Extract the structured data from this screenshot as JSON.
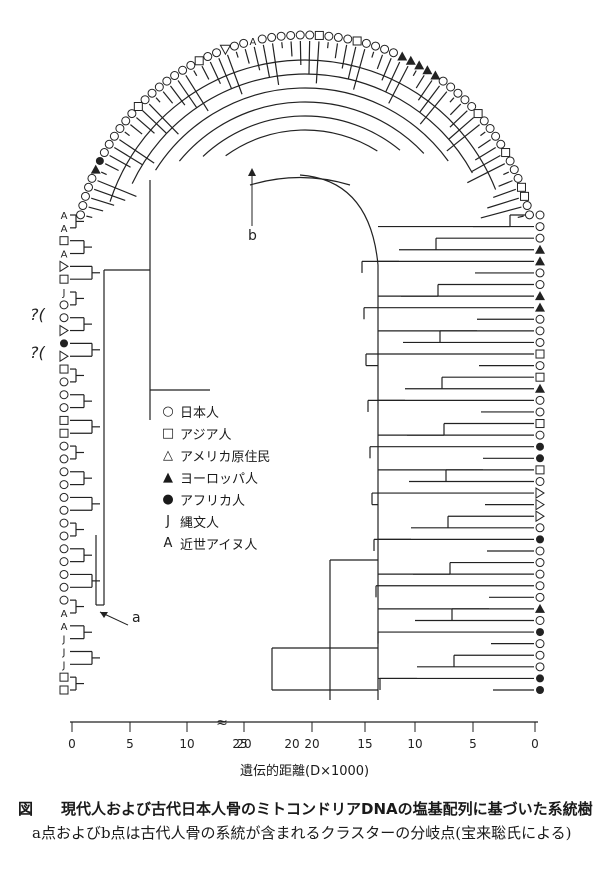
{
  "legend": [
    {
      "symbol": "○",
      "label": "日本人"
    },
    {
      "symbol": "□",
      "label": "アジア人"
    },
    {
      "symbol": "△",
      "label": "アメリカ原住民"
    },
    {
      "symbol": "▲",
      "label": "ヨーロッパ人"
    },
    {
      "symbol": "●",
      "label": "アフリカ人"
    },
    {
      "symbol": "J",
      "label": "縄文人"
    },
    {
      "symbol": "A",
      "label": "近世アイヌ人"
    }
  ],
  "annotations": {
    "point_a": "a",
    "point_b": "b",
    "margin_marks": [
      "?(",
      "?("
    ]
  },
  "axis": {
    "title": "遺伝的距離(D×1000)",
    "ticks": [
      "0",
      "5",
      "10",
      "15",
      "20",
      "25",
      "20",
      "15",
      "10",
      "5",
      "0"
    ],
    "break_mark": "≈"
  },
  "caption": {
    "label": "図",
    "title": "現代人および古代日本人骨のミトコンドリアDNAの塩基配列に基づいた系統樹",
    "body": "a点およびb点は古代人骨の系統が含まれるクラスターの分岐点(宝来聡氏による)"
  },
  "tree": {
    "left_column": "AA□A▷□J○○▷●▷□○○○□□○○○○○○○○○○○○○AAJJJ□□",
    "arc": "○○○○○▲●○○○○○○□○○○○○○○□○○▽○○A○○○○○○□○○○□○○○○▲▲▲▲▲○○○○○□○○○○□○○○□□○○",
    "right_column": "○○○▲▲○○▲▲○○○□○□▲○○□○●●□○▷▷▷○●○○○○○▲○●○○○●●"
  }
}
